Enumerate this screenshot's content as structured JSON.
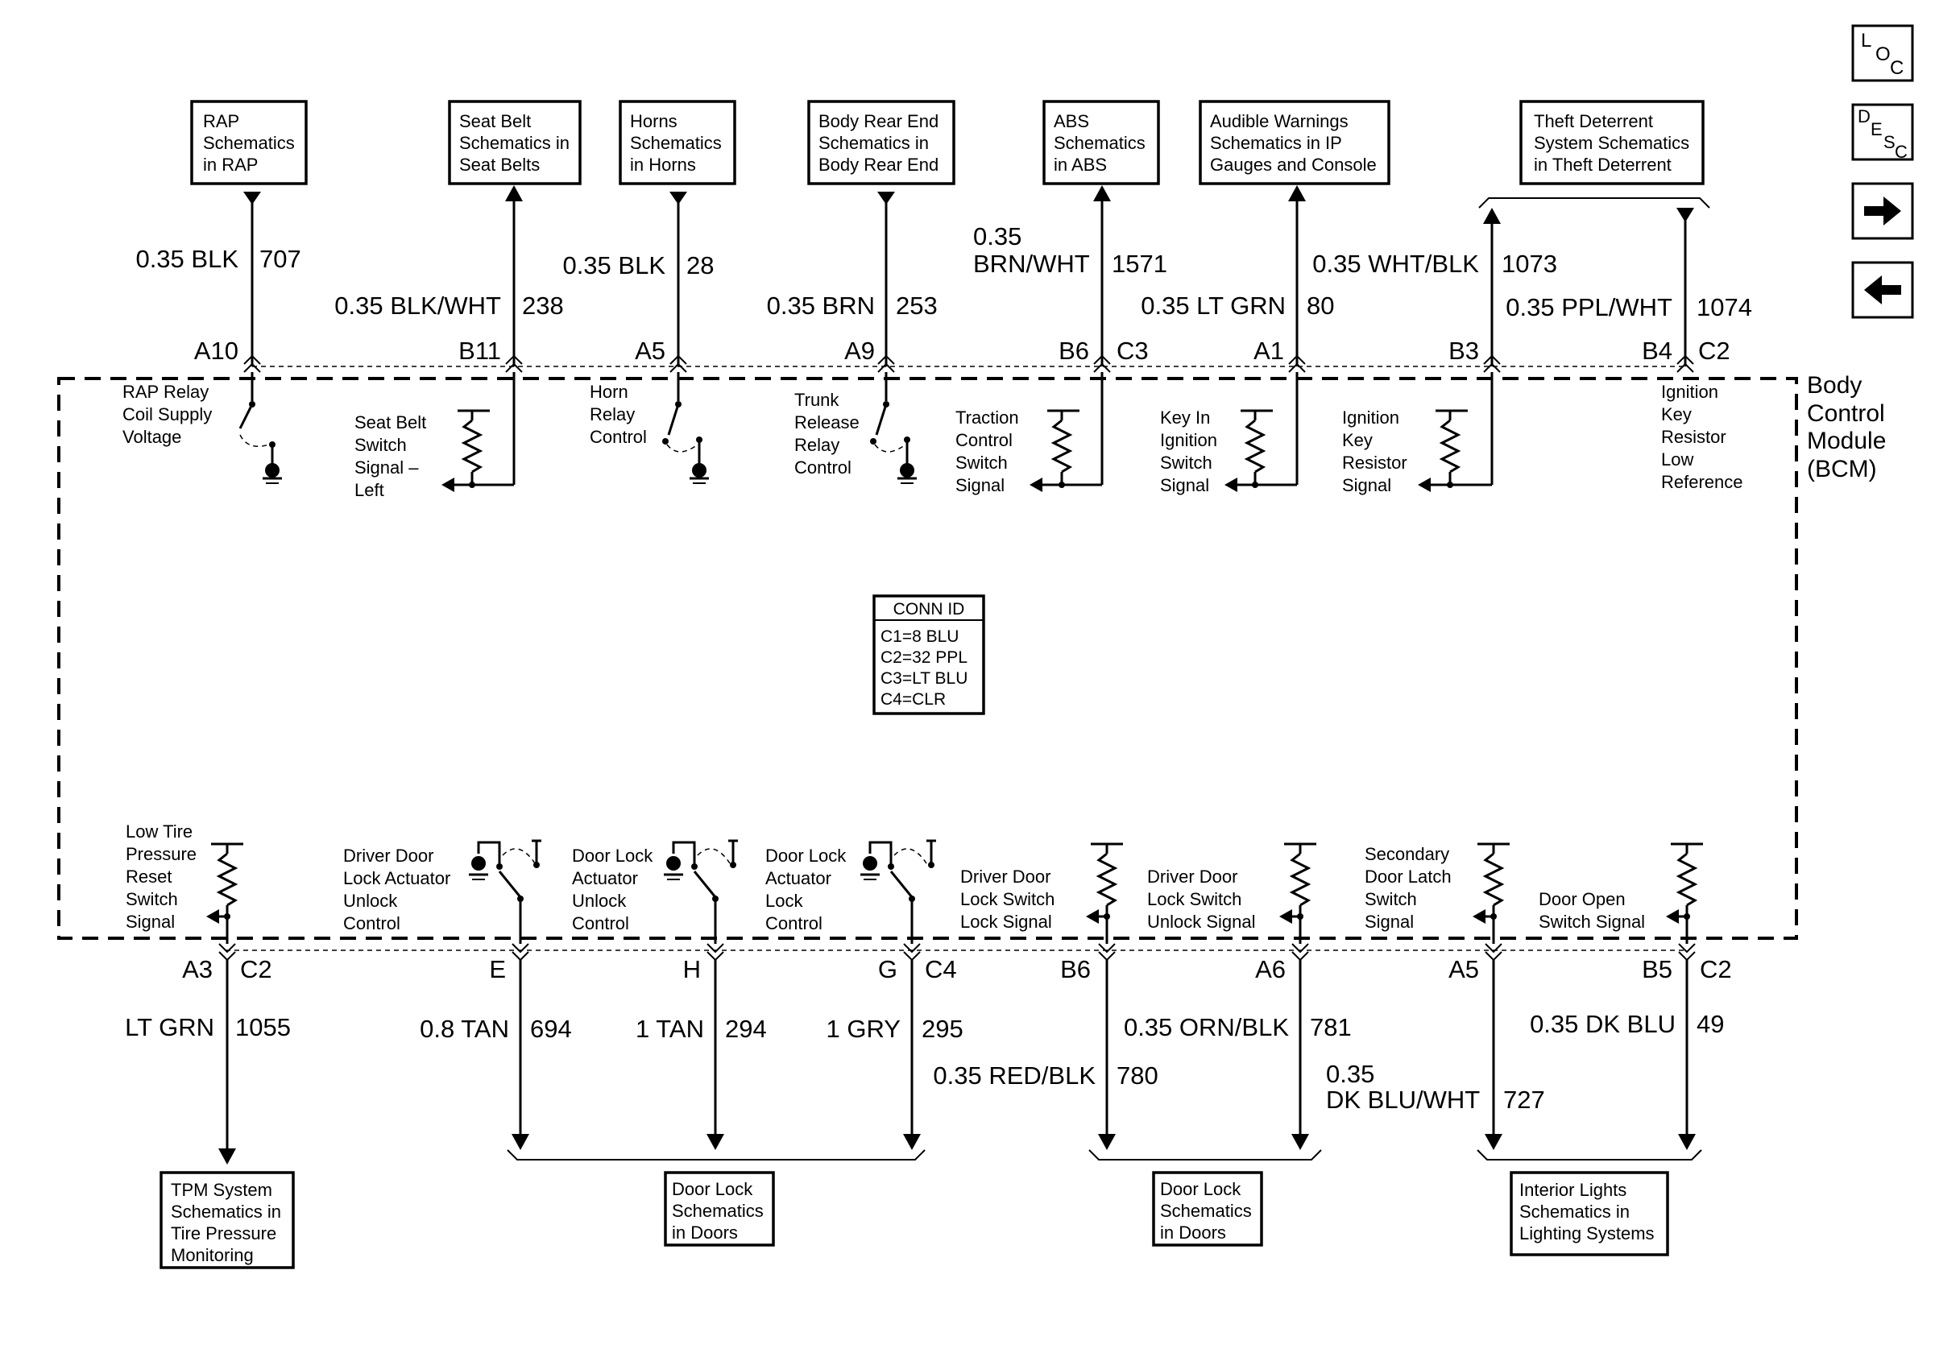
{
  "module": {
    "label_lines": [
      "Body",
      "Control",
      "Module",
      "(BCM)"
    ]
  },
  "conn_id": {
    "title": "CONN ID",
    "lines": [
      "C1=8 BLU",
      "C2=32 PPL",
      "C3=LT BLU",
      "C4=CLR"
    ]
  },
  "nav": {
    "loc": [
      "L",
      "O",
      "C"
    ],
    "desc": [
      "D",
      "E",
      "S",
      "C"
    ]
  },
  "top_boxes": [
    {
      "lines": [
        "RAP",
        "Schematics",
        "in RAP"
      ]
    },
    {
      "lines": [
        "Seat Belt",
        "Schematics in",
        "Seat Belts"
      ]
    },
    {
      "lines": [
        "Horns",
        "Schematics",
        "in Horns"
      ]
    },
    {
      "lines": [
        "Body Rear End",
        "Schematics in",
        "Body Rear End"
      ]
    },
    {
      "lines": [
        "ABS",
        "Schematics",
        "in ABS"
      ]
    },
    {
      "lines": [
        "Audible Warnings",
        "Schematics in IP",
        "Gauges and Console"
      ]
    },
    {
      "lines": [
        "Theft Deterrent",
        "System Schematics",
        "in Theft Deterrent"
      ]
    }
  ],
  "top_circuits": [
    {
      "wire_lines": [
        "0.35 BLK"
      ],
      "number": "707",
      "pin": "A10",
      "connector": "",
      "function_lines": [
        "RAP Relay",
        "Coil Supply",
        "Voltage"
      ]
    },
    {
      "wire_lines": [
        "0.35 BLK/WHT"
      ],
      "number": "238",
      "pin": "B11",
      "connector": "",
      "function_lines": [
        "Seat Belt",
        "Switch",
        "Signal –",
        "Left"
      ]
    },
    {
      "wire_lines": [
        "0.35 BLK"
      ],
      "number": "28",
      "pin": "A5",
      "connector": "",
      "function_lines": [
        "Horn",
        "Relay",
        "Control"
      ]
    },
    {
      "wire_lines": [
        "0.35 BRN"
      ],
      "number": "253",
      "pin": "A9",
      "connector": "",
      "function_lines": [
        "Trunk",
        "Release",
        "Relay",
        "Control"
      ]
    },
    {
      "wire_lines": [
        "0.35",
        "BRN/WHT"
      ],
      "number": "1571",
      "pin": "B6",
      "connector": "C3",
      "function_lines": [
        "Traction",
        "Control",
        "Switch",
        "Signal"
      ]
    },
    {
      "wire_lines": [
        "0.35 LT GRN"
      ],
      "number": "80",
      "pin": "A1",
      "connector": "",
      "function_lines": [
        "Key In",
        "Ignition",
        "Switch",
        "Signal"
      ]
    },
    {
      "wire_lines": [
        "0.35 WHT/BLK"
      ],
      "number": "1073",
      "pin": "B3",
      "connector": "",
      "function_lines": [
        "Ignition",
        "Key",
        "Resistor",
        "Signal"
      ]
    },
    {
      "wire_lines": [
        "0.35 PPL/WHT"
      ],
      "number": "1074",
      "pin": "B4",
      "connector": "C2",
      "function_lines": [
        "Ignition",
        "Key",
        "Resistor",
        "Low",
        "Reference"
      ]
    }
  ],
  "bottom_circuits": [
    {
      "wire_lines": [
        "LT GRN"
      ],
      "number": "1055",
      "pin": "A3",
      "connector": "C2",
      "function_lines": [
        "Low Tire",
        "Pressure",
        "Reset",
        "Switch",
        "Signal"
      ]
    },
    {
      "wire_lines": [
        "0.8 TAN"
      ],
      "number": "694",
      "pin": "E",
      "connector": "",
      "function_lines": [
        "Driver Door",
        "Lock Actuator",
        "Unlock",
        "Control"
      ]
    },
    {
      "wire_lines": [
        "1 TAN"
      ],
      "number": "294",
      "pin": "H",
      "connector": "",
      "function_lines": [
        "Door Lock",
        "Actuator",
        "Unlock",
        "Control"
      ]
    },
    {
      "wire_lines": [
        "1 GRY"
      ],
      "number": "295",
      "pin": "G",
      "connector": "C4",
      "function_lines": [
        "Door Lock",
        "Actuator",
        "Lock",
        "Control"
      ]
    },
    {
      "wire_lines": [
        "0.35 RED/BLK"
      ],
      "number": "780",
      "pin": "B6",
      "connector": "",
      "function_lines": [
        "Driver Door",
        "Lock Switch",
        "Lock Signal"
      ]
    },
    {
      "wire_lines": [
        "0.35 ORN/BLK"
      ],
      "number": "781",
      "pin": "A6",
      "connector": "",
      "function_lines": [
        "Driver Door",
        "Lock Switch",
        "Unlock Signal"
      ]
    },
    {
      "wire_lines": [
        "0.35",
        "DK BLU/WHT"
      ],
      "number": "727",
      "pin": "A5",
      "connector": "",
      "function_lines": [
        "Secondary",
        "Door Latch",
        "Switch",
        "Signal"
      ]
    },
    {
      "wire_lines": [
        "0.35 DK BLU"
      ],
      "number": "49",
      "pin": "B5",
      "connector": "C2",
      "function_lines": [
        "Door Open",
        "Switch Signal"
      ]
    }
  ],
  "bottom_boxes": [
    {
      "lines": [
        "TPM System",
        "Schematics in",
        "Tire Pressure",
        "Monitoring"
      ]
    },
    {
      "lines": [
        "Door Lock",
        "Schematics",
        "in Doors"
      ]
    },
    {
      "lines": [
        "Door Lock",
        "Schematics",
        "in Doors"
      ]
    },
    {
      "lines": [
        "Interior Lights",
        "Schematics in",
        "Lighting Systems"
      ]
    }
  ]
}
